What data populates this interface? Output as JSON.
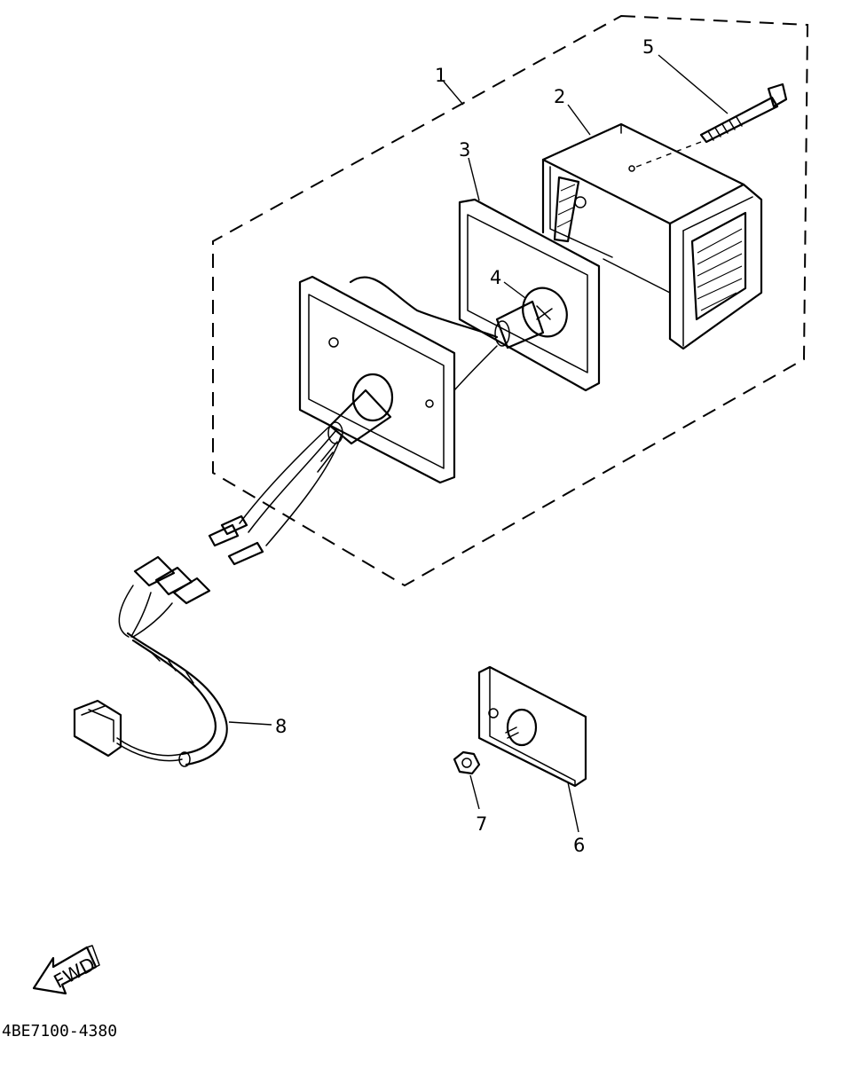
{
  "callouts": [
    "1",
    "2",
    "3",
    "4",
    "5",
    "6",
    "7",
    "8"
  ],
  "fwd_label": "FWD",
  "diagram_code": "4BE7100-4380"
}
